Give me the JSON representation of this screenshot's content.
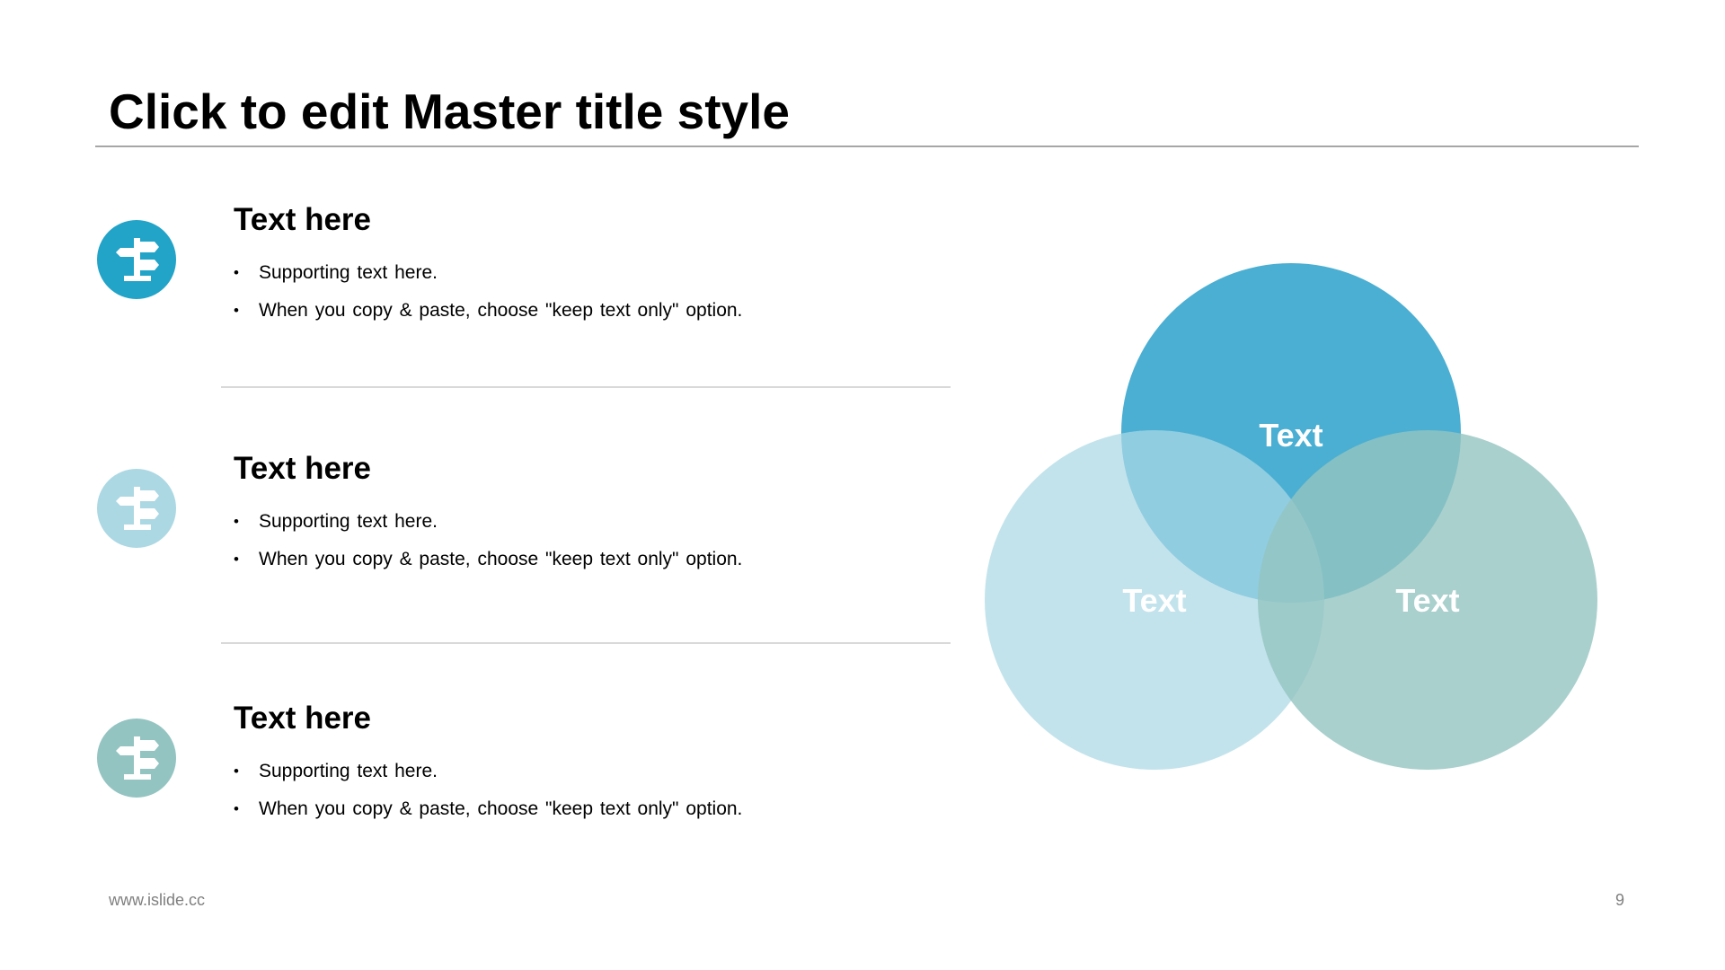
{
  "slide": {
    "title": "Click to edit Master title style"
  },
  "items": [
    {
      "heading": "Text here",
      "bullets": [
        "Supporting text here.",
        "When you copy & paste, choose \"keep text only\" option."
      ],
      "icon": "signpost-icon",
      "color": "#22a3c8"
    },
    {
      "heading": "Text here",
      "bullets": [
        "Supporting text here.",
        "When you copy & paste, choose \"keep text only\" option."
      ],
      "icon": "signpost-icon",
      "color": "#acd8e4"
    },
    {
      "heading": "Text here",
      "bullets": [
        "Supporting text here.",
        "When you copy & paste, choose \"keep text only\" option."
      ],
      "icon": "signpost-icon",
      "color": "#93c4c1"
    }
  ],
  "venn": {
    "top_label": "Text",
    "left_label": "Text",
    "right_label": "Text",
    "top_color": "#4aafd2",
    "left_color": "#acd8e4",
    "right_color": "#93c4c1"
  },
  "footer": {
    "url": "www.islide.cc",
    "page_number": "9"
  }
}
